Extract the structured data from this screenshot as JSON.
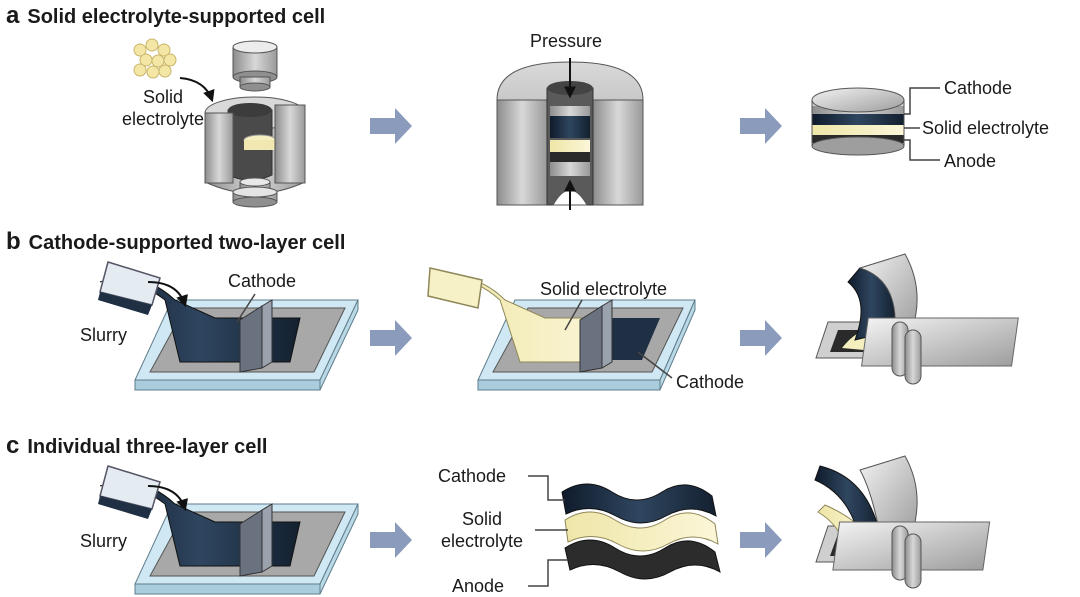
{
  "panels": {
    "a": {
      "letter": "a",
      "title": "Solid electrolyte-supported cell"
    },
    "b": {
      "letter": "b",
      "title": "Cathode-supported two-layer cell"
    },
    "c": {
      "letter": "c",
      "title": "Individual three-layer cell"
    }
  },
  "labels": {
    "a_solid": "Solid",
    "a_electrolyte": "electrolyte",
    "a_pressure": "Pressure",
    "a_cathode": "Cathode",
    "a_solid_electrolyte": "Solid electrolyte",
    "a_anode": "Anode",
    "b_cathode": "Cathode",
    "b_slurry": "Slurry",
    "b_solid_electrolyte": "Solid electrolyte",
    "b_cathode2": "Cathode",
    "c_slurry": "Slurry",
    "c_cathode": "Cathode",
    "c_solid": "Solid",
    "c_electrolyte": "electrolyte",
    "c_anode": "Anode"
  },
  "colors": {
    "arrow": "#8a9bbb",
    "cathode_navy": "#1e2e42",
    "electrolyte_cream": "#f5efbf",
    "anode_black": "#2a2a2a",
    "metal_gray": "#a9a9a9",
    "glass_blue": "#cfe8f3"
  }
}
